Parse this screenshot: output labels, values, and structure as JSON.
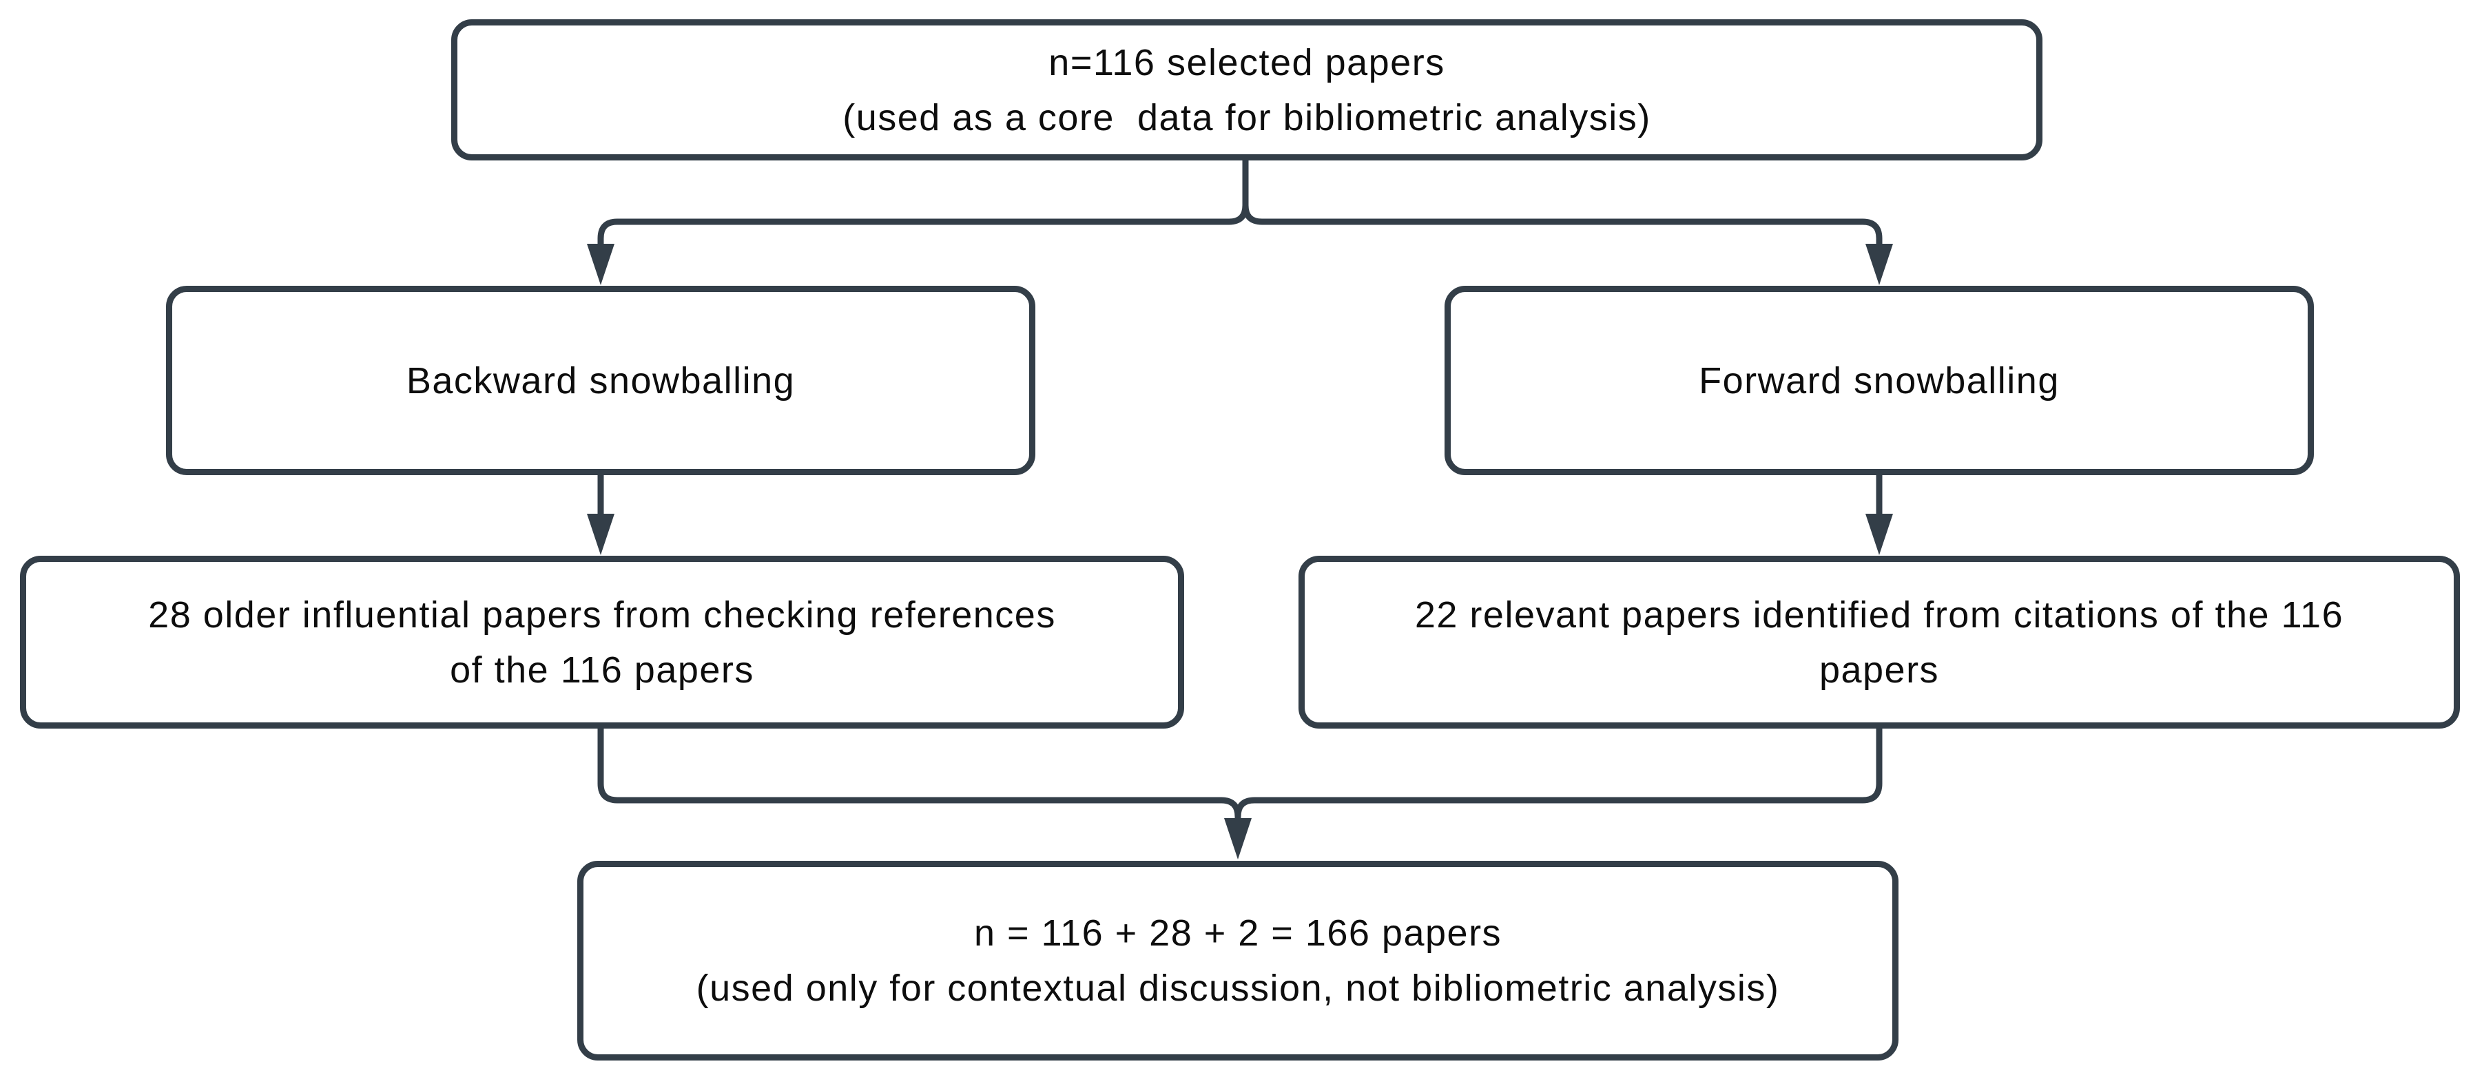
{
  "diagram": {
    "type": "flowchart",
    "background_color": "#ffffff",
    "stroke_color": "#333e48",
    "text_color": "#0d0d0d",
    "boxes": {
      "selected_papers": {
        "line1": "n=116 selected papers",
        "line2": "(used as a core  data for bibliometric analysis)"
      },
      "backward_snowballing": {
        "line1": "Backward snowballing"
      },
      "forward_snowballing": {
        "line1": "Forward snowballing"
      },
      "backward_result": {
        "line1": "28 older influential papers from checking references",
        "line2": "of the 116 papers"
      },
      "forward_result": {
        "line1": "22 relevant papers identified from citations of the 116",
        "line2": "papers"
      },
      "total": {
        "line1": "n = 116 + 28 + 2 = 166 papers",
        "line2": "(used only for contextual discussion, not bibliometric analysis)"
      }
    },
    "connections": [
      {
        "from": "selected_papers",
        "to": "backward_snowballing"
      },
      {
        "from": "selected_papers",
        "to": "forward_snowballing"
      },
      {
        "from": "backward_snowballing",
        "to": "backward_result"
      },
      {
        "from": "forward_snowballing",
        "to": "forward_result"
      },
      {
        "from": "backward_result",
        "to": "total"
      },
      {
        "from": "forward_result",
        "to": "total"
      }
    ]
  }
}
